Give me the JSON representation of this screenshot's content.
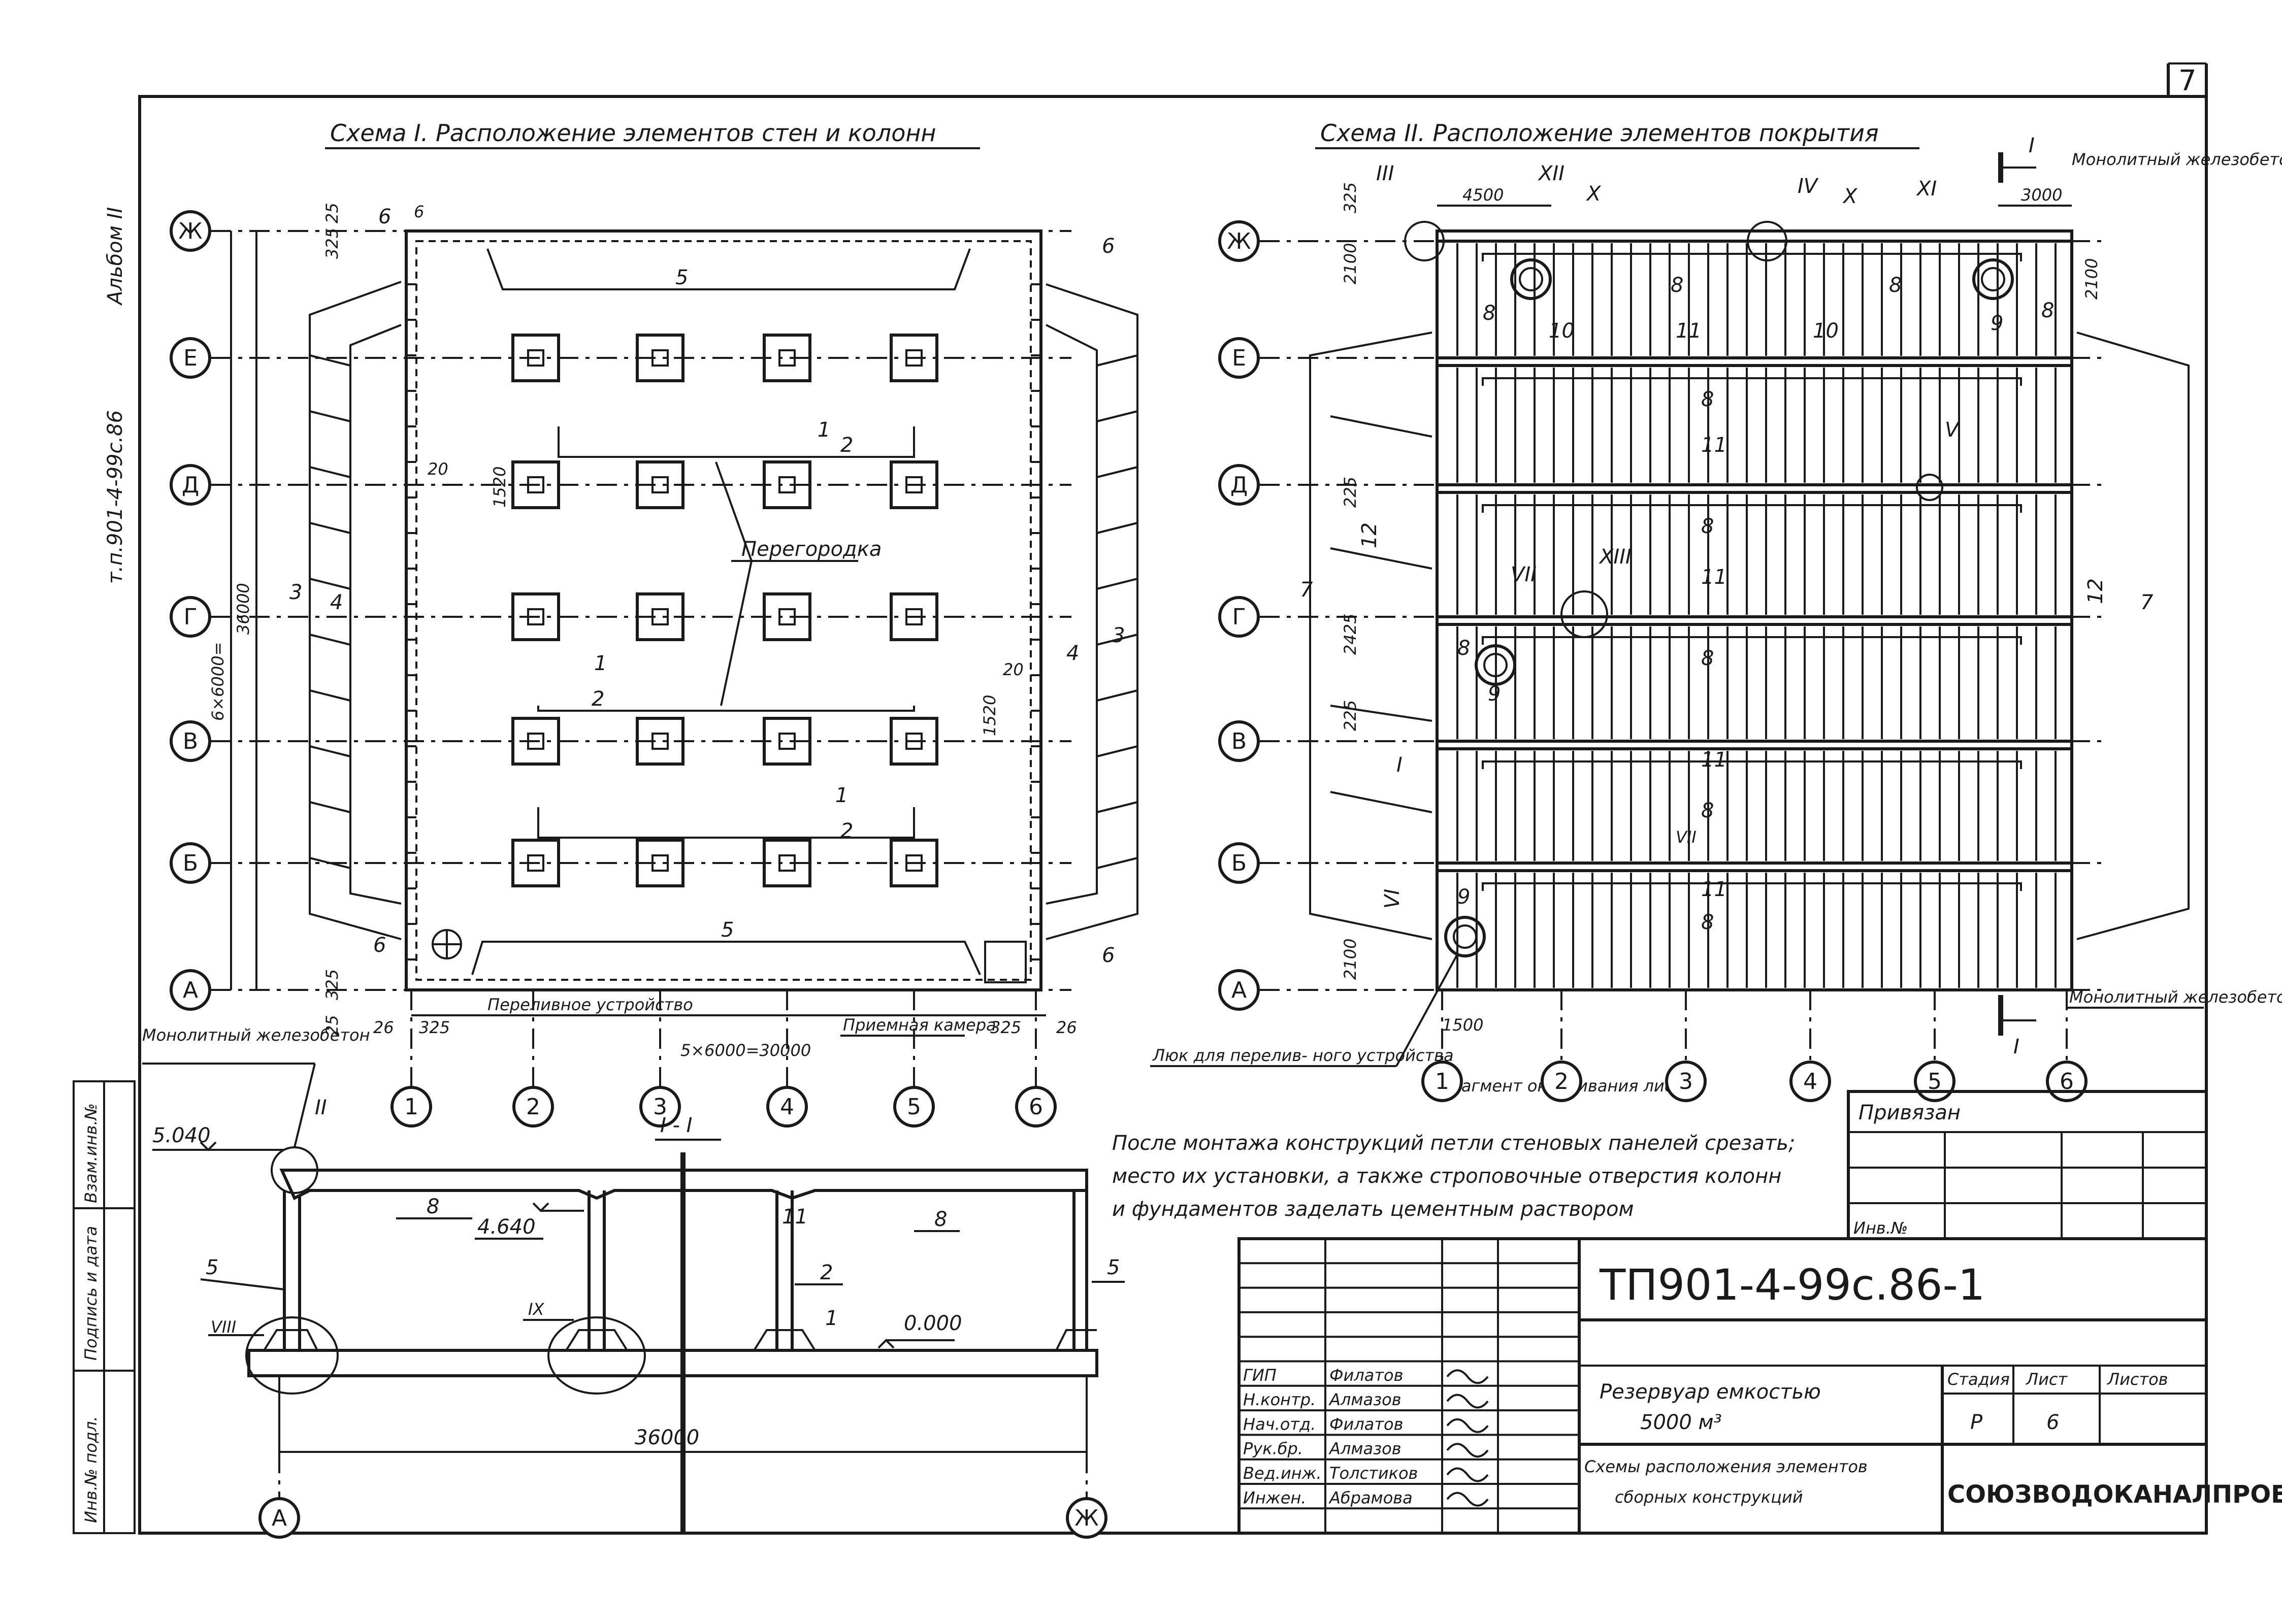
{
  "sheet": {
    "page_number": "7",
    "album": "Альбом II",
    "project_code_side": "т.п.901-4-99с.86"
  },
  "scheme1": {
    "title": "Схема I. Расположение элементов стен и колонн",
    "rows": [
      "Ж",
      "Е",
      "Д",
      "Г",
      "В",
      "Б",
      "А"
    ],
    "cols": [
      "1",
      "2",
      "3",
      "4",
      "5",
      "6"
    ],
    "dims": {
      "vertical_total": "36000",
      "vertical_steps": "6×6000=",
      "horizontal_total": "5×6000=30000",
      "d325": "325",
      "d25": "25",
      "d26": "26",
      "d20": "20",
      "d1520": "1520"
    },
    "labels": {
      "partition": "Перегородка",
      "overflow": "Переливное устройство",
      "receiving": "Приемная камера",
      "n1": "1",
      "n2": "2",
      "n3": "3",
      "n4": "4",
      "n5": "5",
      "n6": "6"
    }
  },
  "scheme2": {
    "title": "Схема II. Расположение элементов покрытия",
    "rows": [
      "Ж",
      "Е",
      "Д",
      "Г",
      "В",
      "Б",
      "А"
    ],
    "cols": [
      "1",
      "2",
      "3",
      "4",
      "5",
      "6"
    ],
    "labels": {
      "monolithic_top": "Монолитный железобетон",
      "monolithic_bottom": "Монолитный железобетон",
      "hatch": "Люк для перелив- ного устройства",
      "fragment": "Фрагмент окончивания лист 7",
      "d4500": "4500",
      "d3000": "3000",
      "d325": "325",
      "d2100": "2100",
      "d2425": "2425",
      "d225": "225",
      "d1500": "1500",
      "r3": "III",
      "r12": "XII",
      "r10": "X",
      "r4": "IV",
      "r11": "XI",
      "r5": "V",
      "r13": "XIII",
      "r7": "VII",
      "r6": "VI",
      "r1": "I",
      "s1": "I",
      "n7": "7",
      "n8": "8",
      "n9": "9",
      "n10": "10",
      "n11": "11",
      "n12": "12"
    }
  },
  "section": {
    "title": "I - I",
    "elev_top": "5.040",
    "elev_mid": "4.640",
    "elev_zero": "0.000",
    "width": "36000",
    "axis_left": "А",
    "axis_right": "Ж",
    "monolithic": "Монолитный железобетон",
    "nodes": {
      "n2": "II",
      "n8": "VIII",
      "n9": "IX"
    },
    "nums": {
      "n1": "1",
      "n2": "2",
      "n5": "5",
      "n8": "8",
      "n11": "11"
    }
  },
  "note": [
    "После монтажа конструкций петли стеновых панелей срезать;",
    "место их установки, а также строповочные отверстия колонн",
    "и фундаментов заделать цементным раствором"
  ],
  "binding": {
    "title": "Привязан",
    "inv": "Инв.№"
  },
  "margin_stamp": [
    "Взам.инв.№",
    "Подпись и дата",
    "Инв.№ подл."
  ],
  "title_block": {
    "doc_code": "ТП901-4-99с.86-1",
    "object": "Резервуар емкостью 5000 м³",
    "sheet_title": "Схемы расположения элементов сборных конструкций",
    "org": "СОЮЗВОДОКАНАЛПРОЕКТ",
    "stage_label": "Стадия",
    "sheet_label": "Лист",
    "sheets_label": "Листов",
    "stage": "Р",
    "sheet": "6",
    "signatures": [
      {
        "role": "ГИП",
        "name": "Филатов"
      },
      {
        "role": "Н.контр.",
        "name": "Алмазов"
      },
      {
        "role": "Нач.отд.",
        "name": "Филатов"
      },
      {
        "role": "Рук.бр.",
        "name": "Алмазов"
      },
      {
        "role": "Вед.инж.",
        "name": "Толстиков"
      },
      {
        "role": "Инжен.",
        "name": "Абрамова"
      }
    ]
  }
}
